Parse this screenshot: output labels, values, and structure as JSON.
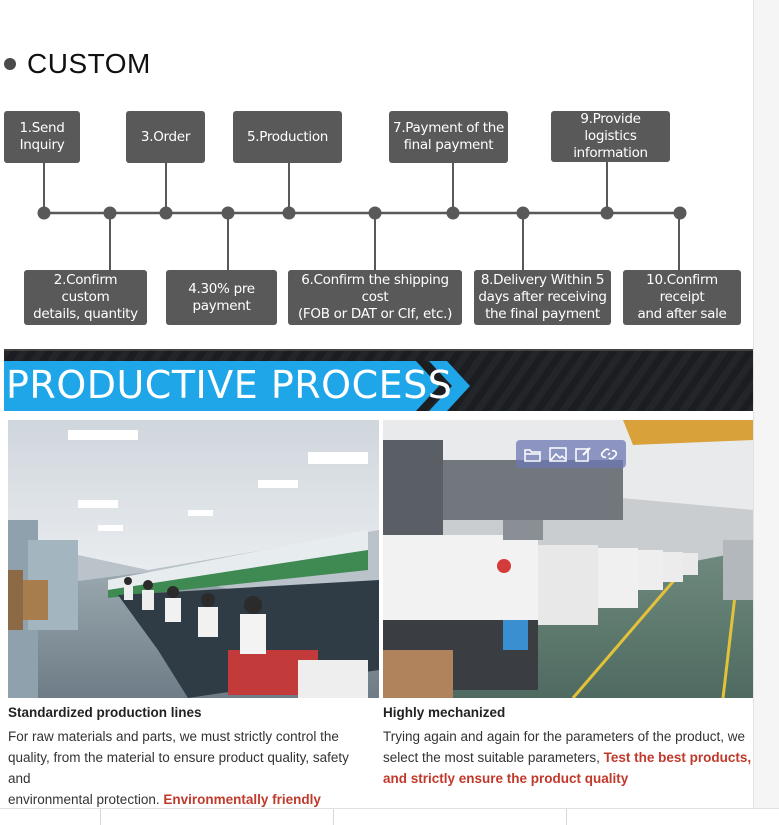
{
  "section": {
    "title": "CUSTOM"
  },
  "steps": [
    {
      "label": "1.Send\nInquiry"
    },
    {
      "label": "2.Confirm custom\ndetails, quantity"
    },
    {
      "label": "3.Order"
    },
    {
      "label": "4.30% pre\npayment"
    },
    {
      "label": "5.Production"
    },
    {
      "label": "6.Confirm the shipping cost\n(FOB or DAT or CIf, etc.)"
    },
    {
      "label": "7.Payment of the\nfinal payment"
    },
    {
      "label": "8.Delivery Within 5\ndays after receiving\nthe final payment"
    },
    {
      "label": "9.Provide logistics\ninformation"
    },
    {
      "label": "10.Confirm receipt\nand after sale"
    }
  ],
  "banner": {
    "title": "PRODUCTIVE PROCESS"
  },
  "left_card": {
    "title": "Standardized production lines",
    "body": "For raw materials and parts, we must strictly control the quality, from the material to ensure product quality, safety and",
    "body2": "environmental protection. ",
    "highlight": "Environmentally friendly"
  },
  "right_card": {
    "title": "Highly mechanized",
    "body": "Trying again and again for the parameters of the product, we select the most suitable parameters, ",
    "highlight": "Test the best products, and strictly ensure the product quality"
  },
  "image_toolbar": {
    "icons": [
      "folder-icon",
      "image-icon",
      "edit-icon",
      "link-icon"
    ]
  },
  "colors": {
    "step_box": "#595959",
    "banner_bg": "#1b1d20",
    "banner_accent": "#1ea6e8",
    "highlight": "#c0392b"
  }
}
